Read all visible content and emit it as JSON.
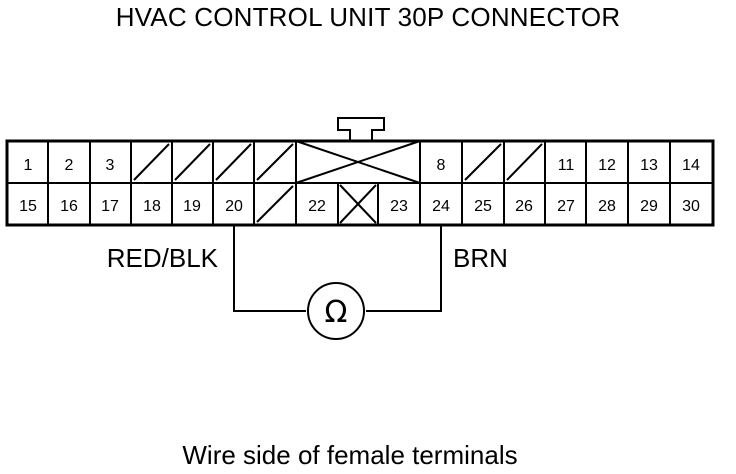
{
  "title": "HVAC CONTROL UNIT 30P CONNECTOR",
  "caption": "Wire side of female terminals",
  "connector": {
    "top_row": [
      "1",
      "2",
      "3",
      "",
      "",
      "",
      "",
      "",
      "8",
      "",
      "",
      "11",
      "12",
      "13",
      "14"
    ],
    "bottom_row": [
      "15",
      "16",
      "17",
      "18",
      "19",
      "20",
      "",
      "22",
      "",
      "23",
      "24",
      "25",
      "26",
      "27",
      "28",
      "29",
      "30"
    ]
  },
  "wires": {
    "left_label": "RED/BLK",
    "right_label": "BRN",
    "left_pin": "20",
    "right_pin": "24"
  },
  "meter_symbol": "Ω"
}
